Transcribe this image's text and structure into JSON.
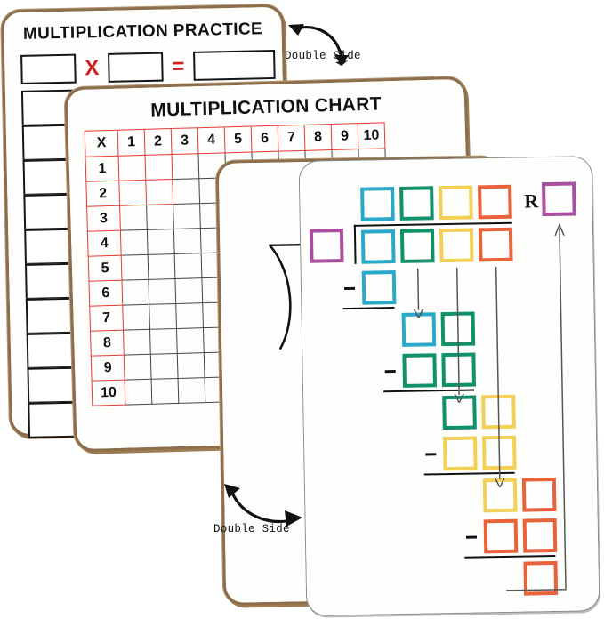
{
  "product": {
    "kind": "double-sided dry-erase learning boards",
    "count": 4
  },
  "board_practice": {
    "name": "multiplication-practice-board",
    "title": "MULTIPLICATION  PRACTICE",
    "equation": {
      "factor1_placeholder": "",
      "operator": "X",
      "factor2_placeholder": "",
      "equals": "=",
      "product_placeholder": ""
    },
    "answer_rows": [
      "",
      "",
      "",
      "",
      "",
      "",
      "",
      "",
      "",
      ""
    ],
    "answer_row_count": 10,
    "colors": {
      "operator": "#cf2020",
      "box_border": "#151515",
      "edge": "#8d6e4b"
    }
  },
  "board_chart": {
    "name": "multiplication-chart-board",
    "title": "MULTIPLICATION CHART",
    "corner_label": "X",
    "columns": [
      "1",
      "2",
      "3",
      "4",
      "5",
      "6",
      "7",
      "8",
      "9",
      "10"
    ],
    "rows": [
      "1",
      "2",
      "3",
      "4",
      "5",
      "6",
      "7",
      "8",
      "9",
      "10"
    ],
    "cells_blank": true,
    "colors": {
      "grid": "#e53935",
      "inner_grid": "#444444",
      "text": "#111111",
      "edge": "#8d6e4b"
    }
  },
  "board_division_blank": {
    "name": "long-division-blank-board",
    "symbol": "long-division-bracket",
    "content": "",
    "colors": {
      "stroke": "#111111",
      "edge": "#8d6e4b"
    }
  },
  "board_division_color": {
    "name": "long-division-color-board",
    "remainder_label": "R",
    "quotient_boxes": [
      "",
      "",
      "",
      ""
    ],
    "quotient_colors": [
      "#29a8cb",
      "#10916c",
      "#f2cf55",
      "#e9623a"
    ],
    "divisor_box_color": "#a84fa0",
    "dividend_boxes": [
      "",
      "",
      "",
      ""
    ],
    "dividend_colors": [
      "#29a8cb",
      "#10916c",
      "#f2cf55",
      "#e9623a"
    ],
    "remainder_box_color": "#a84fa0",
    "work_steps": [
      {
        "boxes": 1,
        "colors": [
          "#29a8cb"
        ],
        "minus": true
      },
      {
        "boxes": 2,
        "colors": [
          "#29a8cb",
          "#10916c"
        ],
        "minus": false
      },
      {
        "boxes": 2,
        "colors": [
          "#10916c",
          "#10916c"
        ],
        "minus": true
      },
      {
        "boxes": 2,
        "colors": [
          "#10916c",
          "#f2cf55"
        ],
        "minus": false
      },
      {
        "boxes": 2,
        "colors": [
          "#f2cf55",
          "#f2cf55"
        ],
        "minus": true
      },
      {
        "boxes": 2,
        "colors": [
          "#f2cf55",
          "#e9623a"
        ],
        "minus": false
      },
      {
        "boxes": 2,
        "colors": [
          "#e9623a",
          "#e9623a"
        ],
        "minus": true
      },
      {
        "boxes": 1,
        "colors": [
          "#e9623a"
        ],
        "minus": false
      }
    ],
    "bring_down_arrows": 3,
    "remainder_arrow": 1,
    "colors": {
      "rule": "#111111",
      "arrow": "#555555",
      "edge": "#8a8a8a"
    }
  },
  "annotations": {
    "top": {
      "text": "Double Side",
      "arrow": "curved-double-headed"
    },
    "bottom": {
      "text": "Double Side",
      "arrow": "curved-double-headed"
    }
  }
}
